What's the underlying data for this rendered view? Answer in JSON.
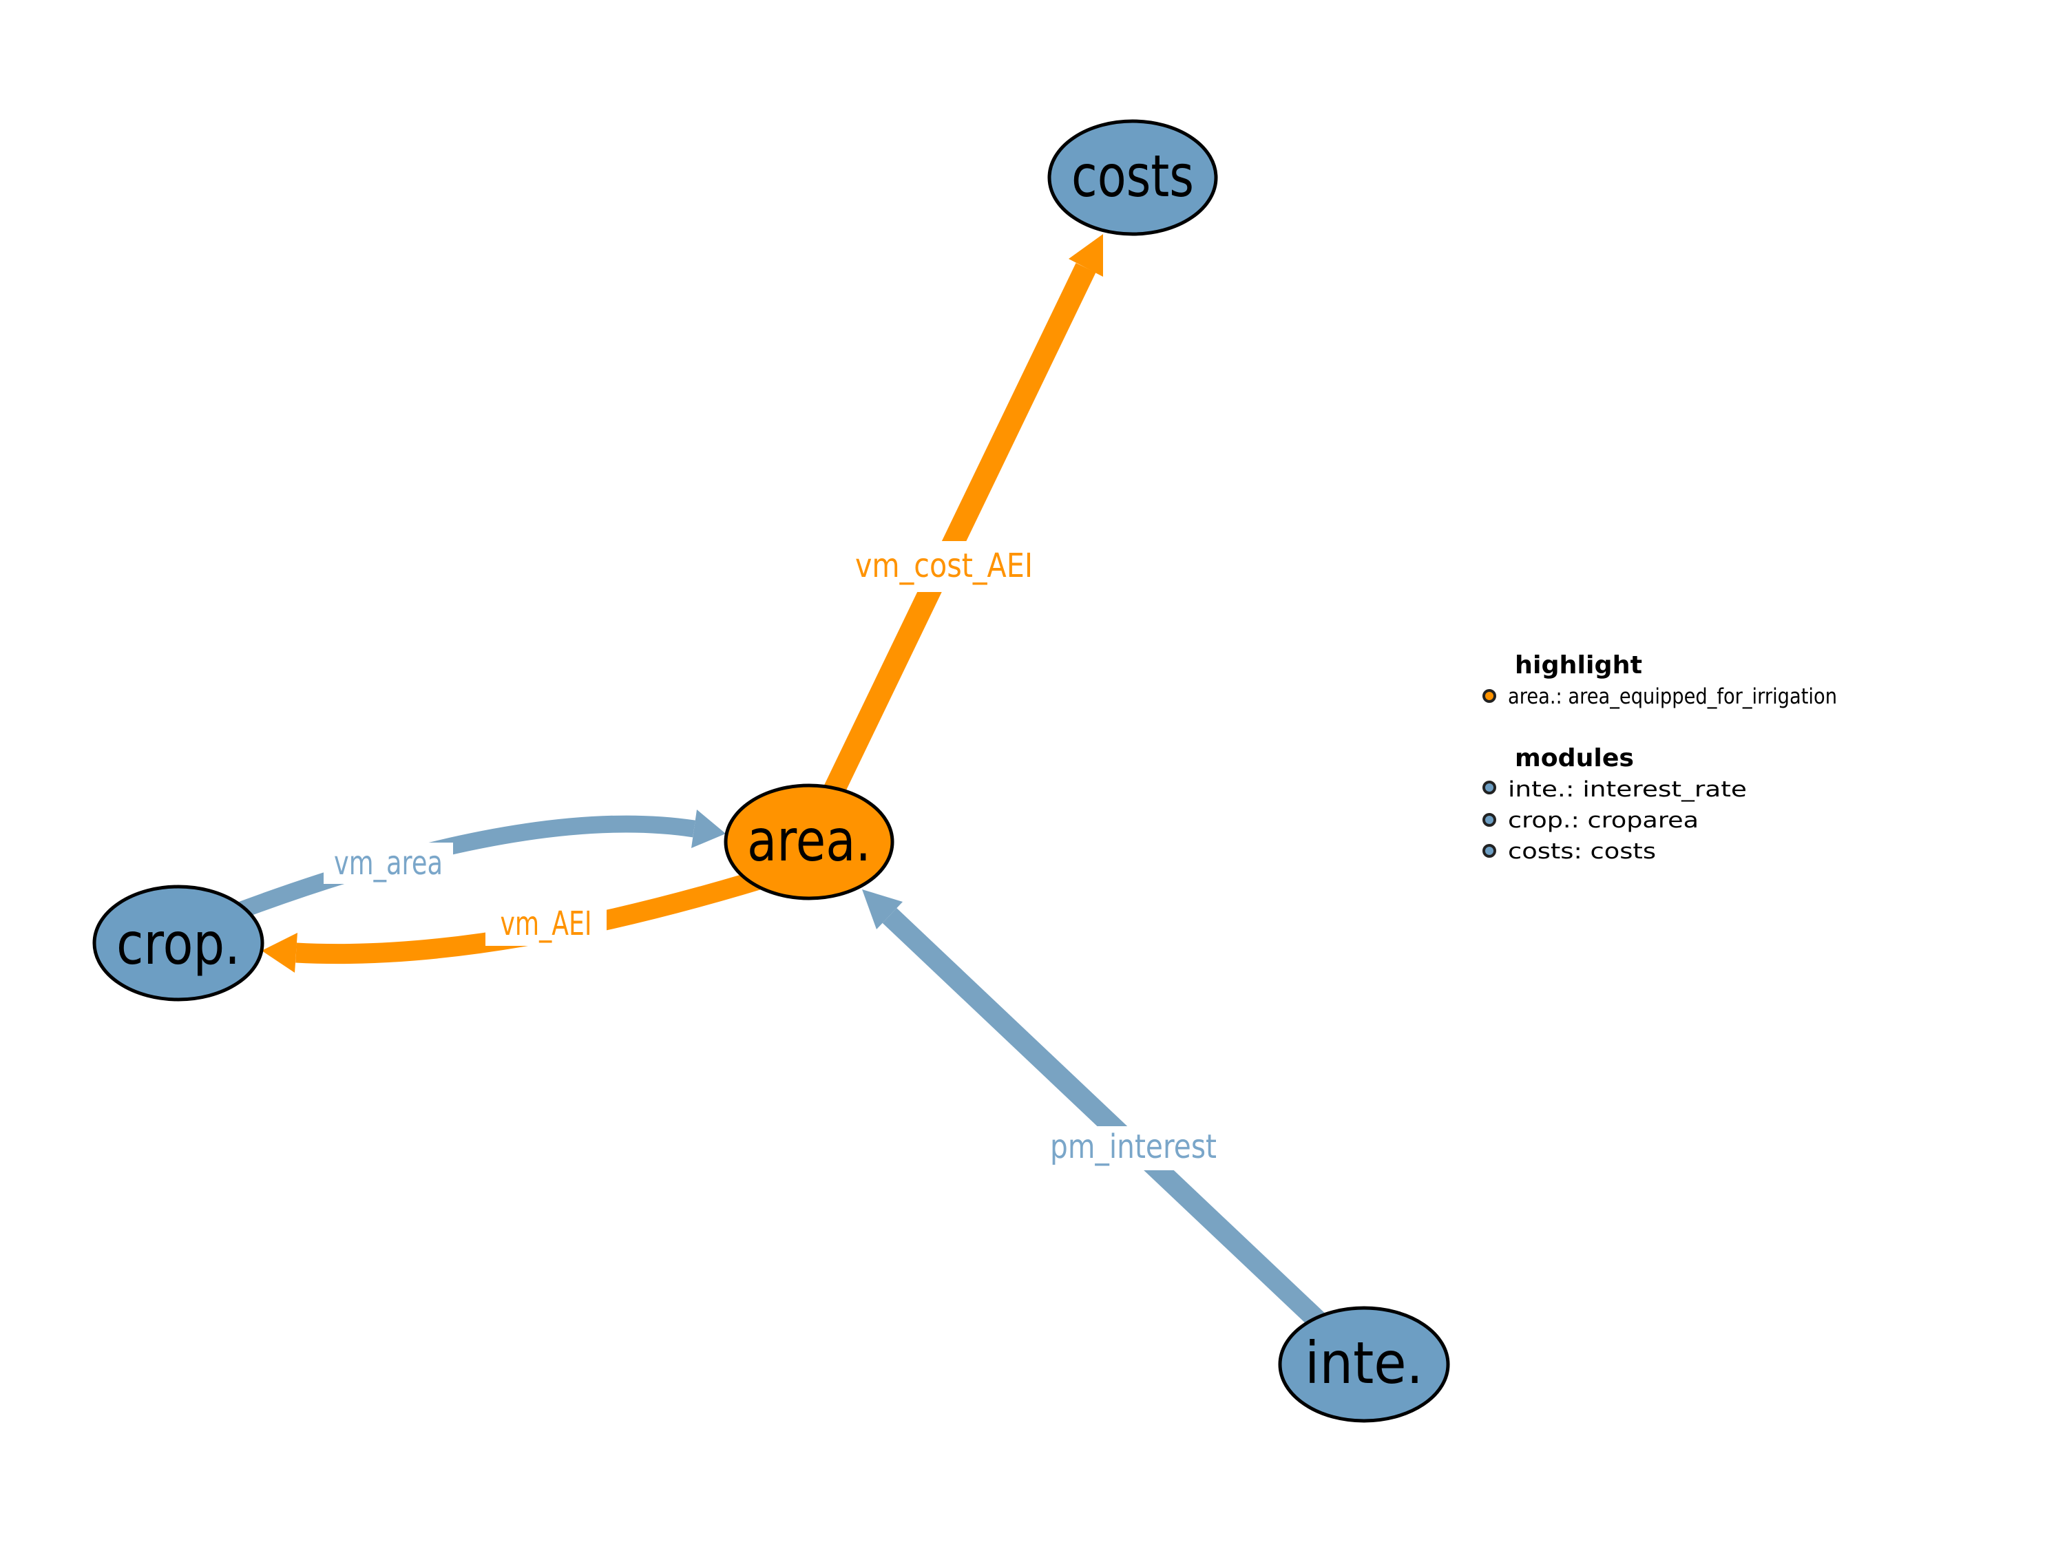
{
  "figure": {
    "kind": "module-dependency-graph",
    "background": "#ffffff"
  },
  "colors": {
    "highlight_orange": "#FF9300",
    "module_blue": "#6D9EC3",
    "edge_blue": "#79A3C2",
    "edge_label_blue": "#7AA6C9",
    "node_outline": "#000000",
    "marker_outline": "#222222",
    "label_bg": "#ffffff"
  },
  "nodes": [
    {
      "id": "costs",
      "label": "costs",
      "role": "module"
    },
    {
      "id": "area",
      "label": "area.",
      "role": "highlight"
    },
    {
      "id": "crop",
      "label": "crop.",
      "role": "module"
    },
    {
      "id": "inte",
      "label": "inte.",
      "role": "module"
    }
  ],
  "edges": [
    {
      "id": "vm_cost_AEI",
      "label": "vm_cost_AEI",
      "from": "area.",
      "to": "costs",
      "color": "#FF9300"
    },
    {
      "id": "vm_area",
      "label": "vm_area",
      "from": "crop.",
      "to": "area.",
      "color": "#79A3C2"
    },
    {
      "id": "vm_AEI",
      "label": "vm_AEI",
      "from": "area.",
      "to": "crop.",
      "color": "#FF9300"
    },
    {
      "id": "pm_interest",
      "label": "pm_interest",
      "from": "inte.",
      "to": "area.",
      "color": "#79A3C2"
    }
  ],
  "legend": {
    "highlight": {
      "title": "highlight",
      "items": [
        {
          "label": "area.: area_equipped_for_irrigation",
          "marker_color": "#FF9300"
        }
      ]
    },
    "modules": {
      "title": "modules",
      "items": [
        {
          "label": "inte.: interest_rate",
          "marker_color": "#6D9EC3"
        },
        {
          "label": "crop.: croparea",
          "marker_color": "#6D9EC3"
        },
        {
          "label": "costs: costs",
          "marker_color": "#6D9EC3"
        }
      ]
    }
  }
}
